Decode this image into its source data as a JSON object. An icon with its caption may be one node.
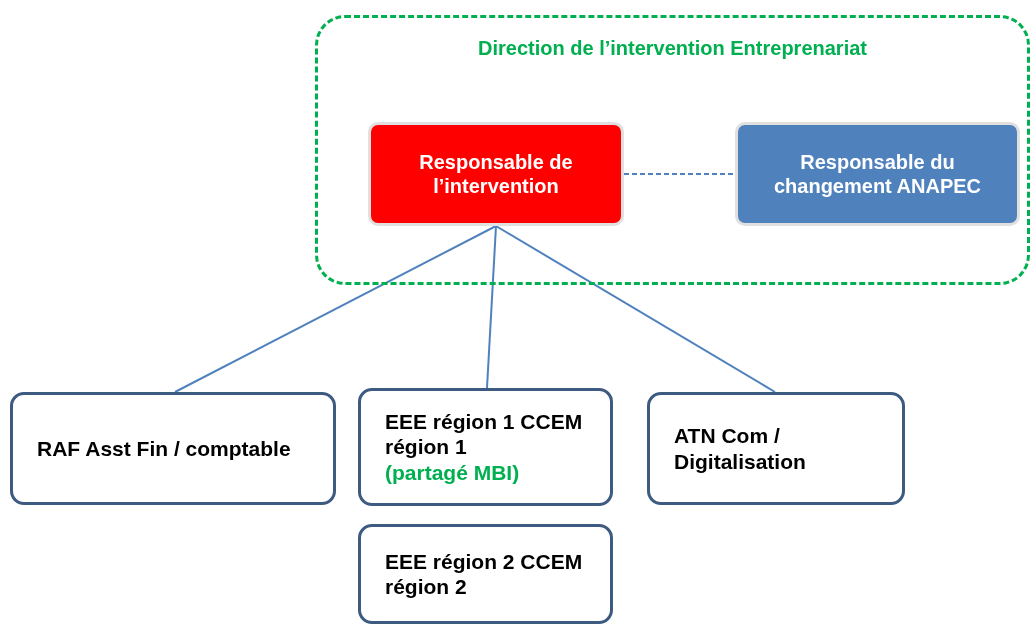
{
  "diagram": {
    "nodes": [
      {
        "text": [
          "Direction de l’intervention Entreprenariat"
        ]
      },
      {
        "text": [
          "Responsable de l’intervention"
        ],
        "in": 0
      },
      {
        "text": [
          "Responsable du changement ANAPEC"
        ],
        "in": 0
      },
      {
        "text": [
          "RAF Asst Fin / comptable"
        ]
      },
      {
        "text": [
          "EEE région 1 CCEM région 1",
          "(partagé MBI)"
        ]
      },
      {
        "text": [
          "ATN Com / Digitalisation"
        ]
      },
      {
        "text": [
          "EEE région 2 CCEM région 2"
        ]
      }
    ],
    "edges": [
      {
        "from": 1,
        "to": 2,
        "arrow": "none",
        "style": "dashed"
      },
      {
        "from": 1,
        "to": 3,
        "arrow": "none"
      },
      {
        "from": 1,
        "to": 4,
        "arrow": "none"
      },
      {
        "from": 1,
        "to": 5,
        "arrow": "none"
      }
    ]
  }
}
